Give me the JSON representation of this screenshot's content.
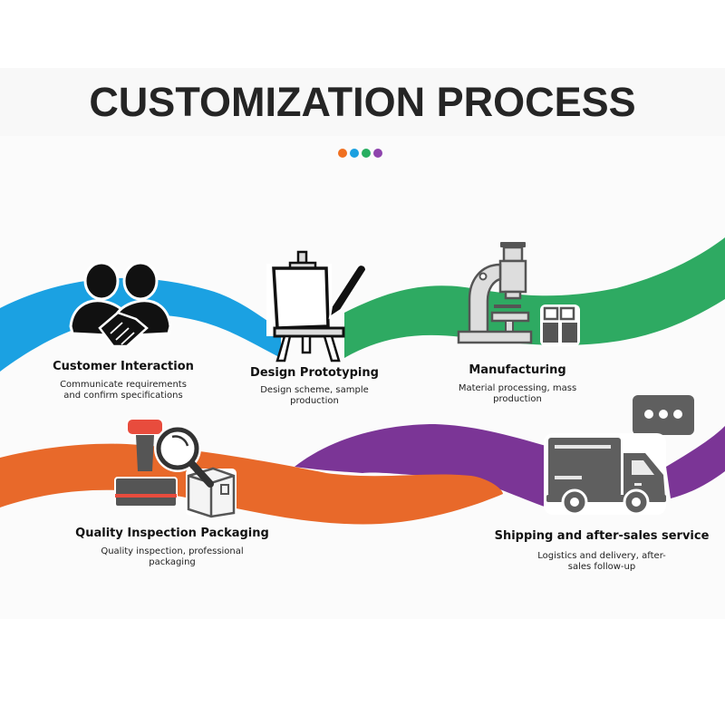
{
  "header": {
    "title": "CUSTOMIZATION PROCESS",
    "dots": [
      {
        "color": "#f07020"
      },
      {
        "color": "#1aa0e0"
      },
      {
        "color": "#27ae60"
      },
      {
        "color": "#8e44ad"
      }
    ]
  },
  "colors": {
    "blue": "#1ba1e2",
    "green": "#2eaa62",
    "orange": "#e8692a",
    "purple": "#7b3596",
    "icon_gray": "#5a5a5a",
    "icon_light": "#dcdcdc",
    "stamp_red": "#e84c3d"
  },
  "steps": [
    {
      "title": "Customer Interaction",
      "description_lines": [
        "Communicate requirements",
        "and confirm specifications"
      ],
      "icon": "handshake-people-icon",
      "band_color": "blue"
    },
    {
      "title": "Design Prototyping",
      "description_lines": [
        "Design scheme, sample",
        "production"
      ],
      "icon": "easel-pencil-icon",
      "band_color": "blue-green"
    },
    {
      "title": "Manufacturing",
      "description_lines": [
        "Material processing, mass",
        "production"
      ],
      "icon": "microscope-boxes-icon",
      "band_color": "green"
    },
    {
      "title": "Quality Inspection Packaging",
      "description_lines": [
        "Quality inspection, professional",
        "packaging"
      ],
      "icon": "stamp-magnifier-box-icon",
      "band_color": "orange"
    },
    {
      "title": "Shipping and after-sales service",
      "description_lines": [
        "Logistics and delivery, after-",
        "sales follow-up"
      ],
      "icon": "truck-chat-icon",
      "band_color": "purple"
    }
  ]
}
